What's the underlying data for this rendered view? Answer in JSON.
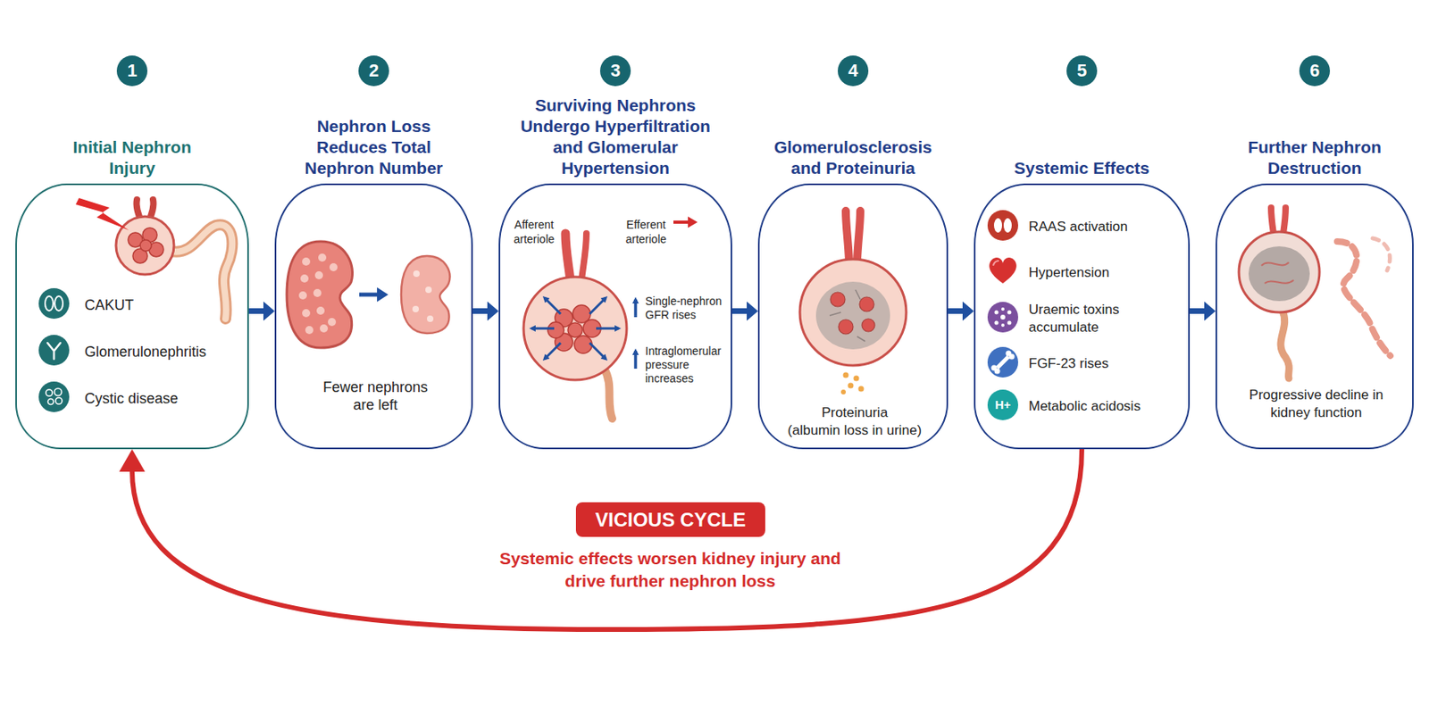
{
  "diagram": {
    "nodes": [
      {
        "text": [
          "Initial Nephron Injury",
          "CAKUT",
          "Glomerulonephritis",
          "Cystic disease"
        ]
      },
      {
        "text": [
          "Nephron Loss Reduces Total Nephron Number",
          "Fewer nephrons are left"
        ]
      },
      {
        "text": [
          "Surviving Nephrons Undergo Hyperfiltration and Glomerular Hypertension",
          "Afferent arteriole",
          "Efferent arteriole",
          "Single-nephron GFR rises",
          "Intraglomerular pressure increases"
        ]
      },
      {
        "text": [
          "Glomerulosclerosis and Proteinuria",
          "Proteinuria",
          "(albumin loss in urine)"
        ]
      },
      {
        "text": [
          "Systemic Effects",
          "RAAS activation",
          "Hypertension",
          "Uraemic toxins accumulate",
          "FGF-23 rises",
          "Metabolic acidosis"
        ]
      },
      {
        "text": [
          "Further Nephron Destruction",
          "Progressive decline in kidney function"
        ]
      },
      {
        "text": [
          "VICIOUS CYCLE"
        ]
      }
    ],
    "edges": [
      {
        "from": 0,
        "to": 1,
        "arrow": "to"
      },
      {
        "from": 1,
        "to": 2,
        "arrow": "to"
      },
      {
        "from": 2,
        "to": 3,
        "arrow": "to"
      },
      {
        "from": 3,
        "to": 4,
        "arrow": "to"
      },
      {
        "from": 4,
        "to": 5,
        "arrow": "to"
      },
      {
        "from": 4,
        "to": 0,
        "arrow": "to"
      }
    ],
    "labels": [
      "1",
      "2",
      "3",
      "4",
      "5",
      "6",
      "H+",
      "Systemic effects worsen kidney injury and drive further nephron loss"
    ]
  }
}
